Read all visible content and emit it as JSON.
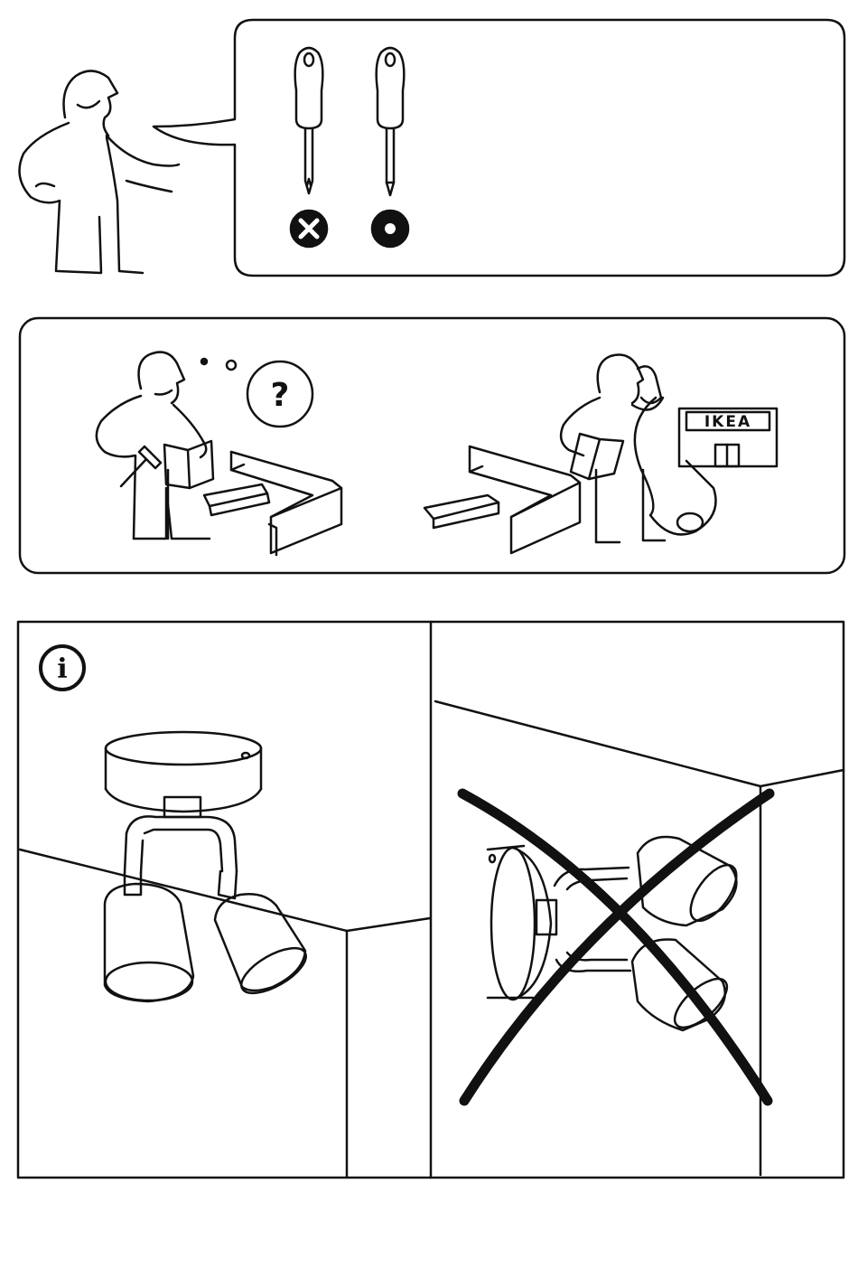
{
  "panels": {
    "screwdriver": {
      "items": [
        {
          "icon": "phillips-screwdriver-icon",
          "status": "x-mark-icon"
        },
        {
          "icon": "flathead-screwdriver-icon",
          "status": "ok-mark-icon"
        }
      ]
    },
    "help": {
      "question_symbol": "?",
      "store_sign": "IKEA"
    },
    "mounting": {
      "info_symbol": "i",
      "correct": "ceiling-mounted-spotlight",
      "incorrect": "wall-mounted-spotlight-crossed"
    }
  },
  "colors": {
    "ink": "#111111",
    "paper": "#ffffff"
  }
}
